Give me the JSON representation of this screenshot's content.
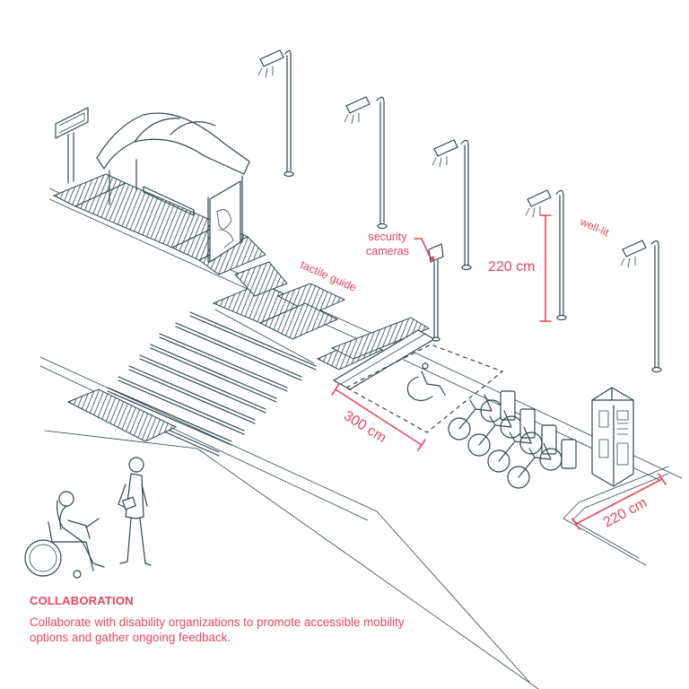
{
  "labels": {
    "well_lit": "well-lit",
    "security_cameras_line1": "security",
    "security_cameras_line2": "cameras",
    "tactile_guide": "tactile guide",
    "height_220": "220 cm",
    "length_300": "300 cm",
    "width_220": "220 cm"
  },
  "caption": {
    "title": "COLLABORATION",
    "body": "Collaborate with disability organizations to promote accessible mobility options and gather ongoing feedback."
  },
  "icons": [
    "wheelchair-accessibility-symbol",
    "street-lamp",
    "bus-shelter",
    "security-camera",
    "bike-share-dock",
    "ticket-kiosk",
    "sign-post"
  ],
  "colors": {
    "accent": "#e8475e",
    "ink": "#2f4650",
    "background": "#ffffff"
  }
}
